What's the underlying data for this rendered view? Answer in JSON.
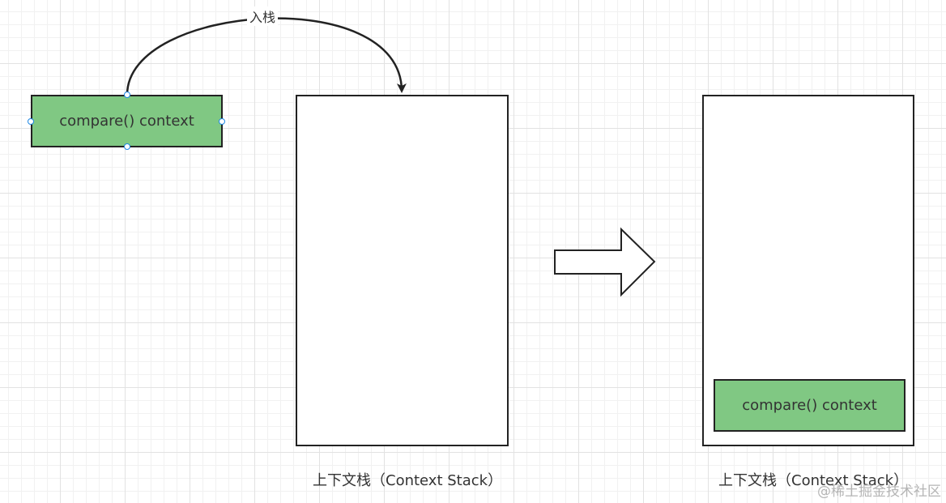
{
  "source_box": {
    "label": "compare() context"
  },
  "push_arrow": {
    "label": "入栈"
  },
  "stack_left": {
    "caption": "上下文栈（Context Stack）"
  },
  "stack_right": {
    "caption": "上下文栈（Context Stack）",
    "item": {
      "label": "compare() context"
    }
  },
  "colors": {
    "context_fill": "#80c883",
    "border": "#222222",
    "selection_handle": "#1e88e5",
    "grid": "#e2e2e2"
  },
  "watermark": "@稀土掘金技术社区"
}
